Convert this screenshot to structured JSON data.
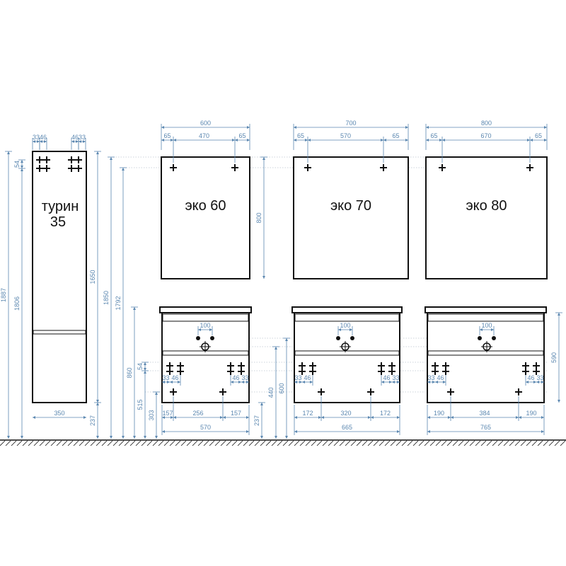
{
  "products": {
    "tall_cabinet": {
      "name": "турин",
      "number": "35"
    },
    "mirror_60": "эко 60",
    "mirror_70": "эко 70",
    "mirror_80": "эко 80"
  },
  "dimensions": {
    "tc_33a": "33",
    "tc_46a": "46",
    "tc_46b": "46",
    "tc_33b": "33",
    "tc_width": "350",
    "tc_1887": "1887",
    "tc_1806": "1806",
    "tc_54": "54",
    "tc_1650": "1650",
    "tc_237": "237",
    "h_1850": "1850",
    "h_1792": "1792",
    "h_860": "860",
    "h_515": "515",
    "h_54": "54",
    "h_303": "303",
    "m60_w": "600",
    "m60_a": "65",
    "m60_b": "470",
    "m60_c": "65",
    "m_h": "800",
    "m70_w": "700",
    "m70_a": "65",
    "m70_b": "570",
    "m70_c": "65",
    "m80_w": "800",
    "m80_a": "65",
    "m80_b": "670",
    "m80_c": "65",
    "b_100": "100",
    "b60_33a": "33",
    "b60_46a": "46",
    "b60_46b": "46",
    "b60_33b": "33",
    "b60_157a": "157",
    "b60_256": "256",
    "b60_157b": "157",
    "b60_570": "570",
    "b60_237": "237",
    "b_440": "440",
    "b_600": "600",
    "b70_33a": "33",
    "b70_46a": "46",
    "b70_46b": "46",
    "b70_33b": "33",
    "b70_172a": "172",
    "b70_320": "320",
    "b70_172b": "172",
    "b70_665": "665",
    "b80_33a": "33",
    "b80_46a": "46",
    "b80_46b": "46",
    "b80_33b": "33",
    "b80_190a": "190",
    "b80_384": "384",
    "b80_190b": "190",
    "b80_765": "765",
    "b80_590": "590"
  }
}
